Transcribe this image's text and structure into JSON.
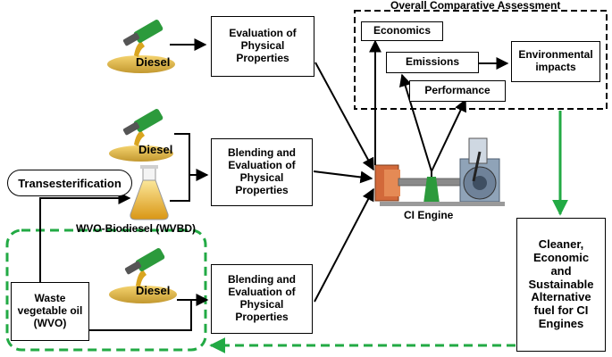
{
  "assessment": {
    "title": "Overall Comparative Assessment",
    "economics": "Economics",
    "emissions": "Emissions",
    "environmental": "Environmental\nimpacts",
    "performance": "Performance"
  },
  "inputs": {
    "diesel_label": "Diesel",
    "transesterification": "Transesterification",
    "wvbd_label": "WVO-Biodiesel (WVBD)",
    "wvo_box": "Waste\nvegetable oil\n(WVO)"
  },
  "process": {
    "eval_physical": "Evaluation of\nPhysical\nProperties",
    "blend_eval_1": "Blending and\nEvaluation of\nPhysical\nProperties",
    "blend_eval_2": "Blending and\nEvaluation of\nPhysical\nProperties"
  },
  "engine": {
    "label": "CI Engine"
  },
  "outcome": {
    "text": "Cleaner,\nEconomic\nand\nSustainable\nAlternative\nfuel for CI\nEngines"
  },
  "colors": {
    "green_dash": "#22aa44",
    "engine_orange": "#d2693a",
    "engine_blue": "#8fa3b8",
    "nozzle_green": "#2c9a3c",
    "fuel_gold": "#d9a520"
  }
}
